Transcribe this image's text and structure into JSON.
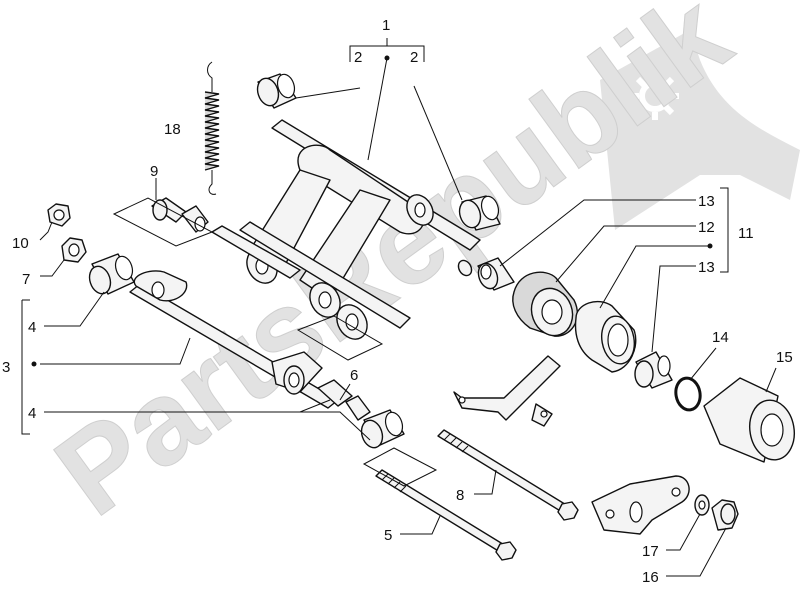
{
  "watermark": {
    "brand_text": "PartsRepublik"
  },
  "callouts": {
    "c1": "1",
    "c2a": "2",
    "c2b": "2",
    "c3": "3",
    "c4a": "4",
    "c4b": "4",
    "c5": "5",
    "c6": "6",
    "c7": "7",
    "c8": "8",
    "c9": "9",
    "c10": "10",
    "c11": "11",
    "c12": "12",
    "c13a": "13",
    "c13b": "13",
    "c14": "14",
    "c15": "15",
    "c16": "16",
    "c17": "17",
    "c18": "18"
  }
}
